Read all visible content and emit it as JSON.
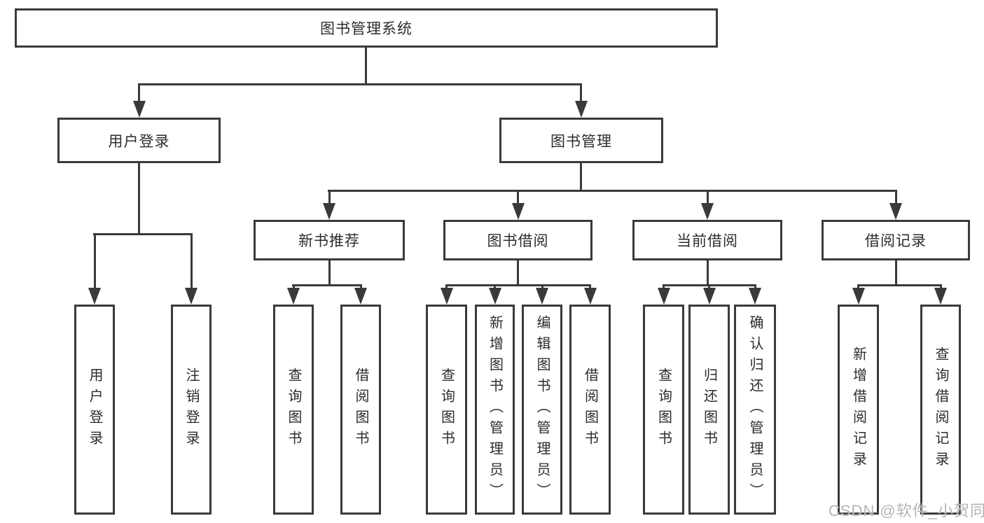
{
  "colors": {
    "line": "#3a3a3c",
    "text": "#2c2c2e",
    "box_bg": "#ffffff",
    "watermark": "#b2b6b8"
  },
  "watermark": {
    "text": "CSDN @软件_小贺同学"
  },
  "tree": {
    "root": {
      "label": "图书管理系统"
    },
    "branches": [
      {
        "label": "用户登录",
        "children": [
          {
            "label": "用户登录"
          },
          {
            "label": "注销登录"
          }
        ]
      },
      {
        "label": "图书管理",
        "children": [
          {
            "label": "新书推荐",
            "children": [
              {
                "label": "查询图书"
              },
              {
                "label": "借阅图书"
              }
            ]
          },
          {
            "label": "图书借阅",
            "children": [
              {
                "label": "查询图书"
              },
              {
                "label": "新增图书（管理员）"
              },
              {
                "label": "编辑图书（管理员）"
              },
              {
                "label": "借阅图书"
              }
            ]
          },
          {
            "label": "当前借阅",
            "children": [
              {
                "label": "查询图书"
              },
              {
                "label": "归还图书"
              },
              {
                "label": "确认归还（管理员）"
              }
            ]
          },
          {
            "label": "借阅记录",
            "children": [
              {
                "label": "新增借阅记录"
              },
              {
                "label": "查询借阅记录"
              }
            ]
          }
        ]
      }
    ]
  }
}
